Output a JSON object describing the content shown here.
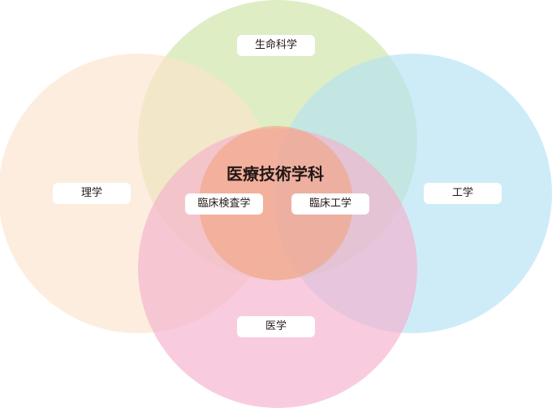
{
  "diagram": {
    "title": "医療技術学科",
    "circles": [
      {
        "id": "life-science",
        "label": "生命科学",
        "color": "#cce3a5"
      },
      {
        "id": "science",
        "label": "理学",
        "color": "#fce4cc"
      },
      {
        "id": "engineering",
        "label": "工学",
        "color": "#b4e2f4"
      },
      {
        "id": "medicine",
        "label": "医学",
        "color": "#f4b0cc"
      },
      {
        "id": "center",
        "label": "",
        "color": "#f3a684"
      }
    ],
    "inner_labels": {
      "clinical_lab": "臨床検査学",
      "clinical_eng": "臨床工学"
    },
    "circle_opacity": "0.65"
  }
}
